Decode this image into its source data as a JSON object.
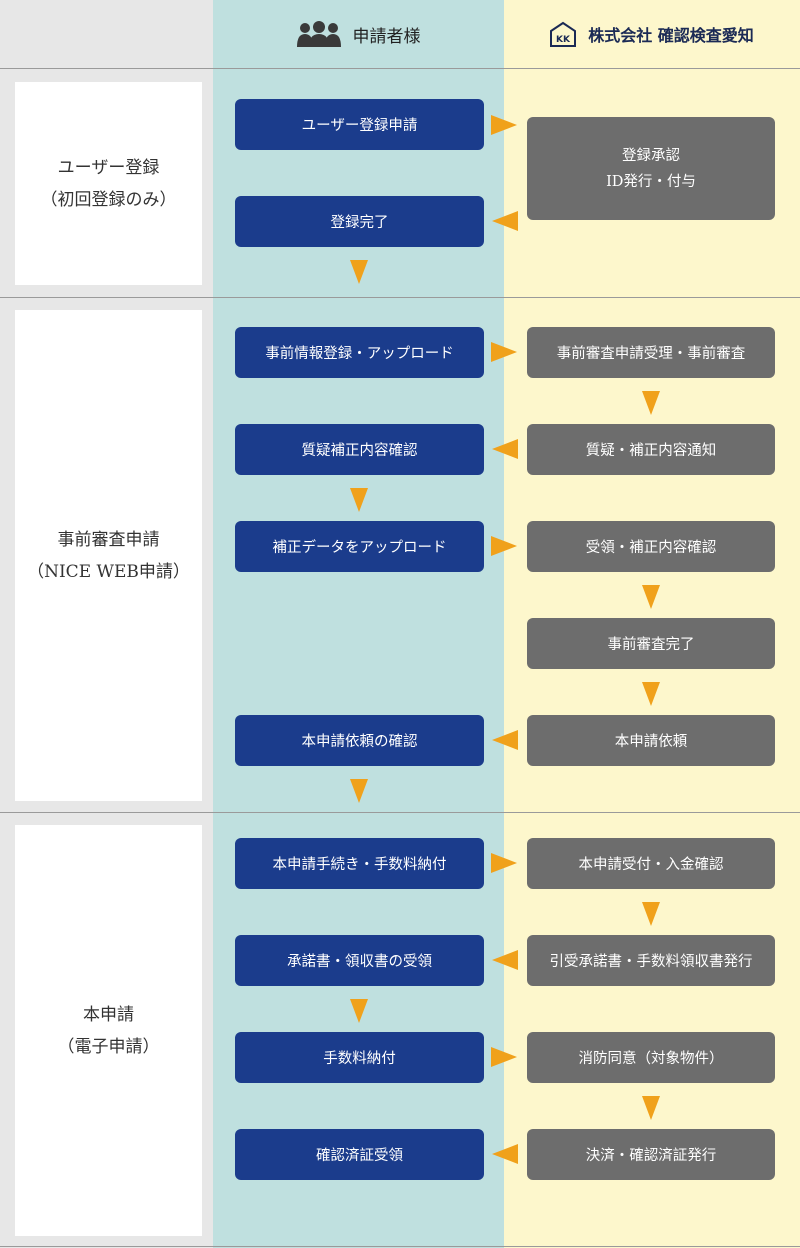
{
  "header": {
    "applicant_label": "申請者様",
    "company_label": "株式会社 確認検査愛知",
    "company_logo_text": "KK"
  },
  "stages": [
    {
      "label_line1": "ユーザー登録",
      "label_line2": "（初回登録のみ）"
    },
    {
      "label_line1": "事前審査申請",
      "label_line2": "（NICE WEB申請）"
    },
    {
      "label_line1": "本申請",
      "label_line2": "（電子申請）"
    }
  ],
  "applicant_steps": [
    "ユーザー登録申請",
    "登録完了",
    "事前情報登録・アップロード",
    "質疑補正内容確認",
    "補正データをアップロード",
    "本申請依頼の確認",
    "本申請手続き・手数料納付",
    "承諾書・領収書の受領",
    "手数料納付",
    "確認済証受領"
  ],
  "company_steps": {
    "registration_line1": "登録承認",
    "registration_line2": "ID発行・付与",
    "items": [
      "事前審査申請受理・事前審査",
      "質疑・補正内容通知",
      "受領・補正内容確認",
      "事前審査完了",
      "本申請依頼",
      "本申請受付・入金確認",
      "引受承諾書・手数料領収書発行",
      "消防同意（対象物件）",
      "決済・確認済証発行"
    ]
  },
  "icons": {
    "applicant_icon": "people-group-icon",
    "company_icon": "company-logo-icon",
    "flow_arrow_color": "#f0a11b",
    "applicant_box_color": "#1b3c8c",
    "company_box_color": "#6d6d6d"
  }
}
